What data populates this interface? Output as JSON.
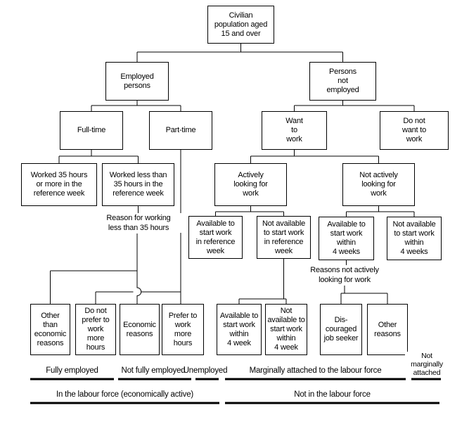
{
  "diagram": {
    "nodes": {
      "civilian": "Civilian\npopulation aged\n15 and over",
      "employed": "Employed\npersons",
      "not_employed": "Persons\nnot\nemployed",
      "full_time": "Full-time",
      "part_time": "Part-time",
      "want_work": "Want\nto\nwork",
      "not_want_work": "Do not\nwant to\nwork",
      "worked_35_plus": "Worked 35 hours\nor more in the\nreference week",
      "worked_lt_35": "Worked less than\n35 hours in the\nreference week",
      "actively_looking": "Actively\nlooking for\nwork",
      "not_actively_looking": "Not actively\nlooking for\nwork",
      "avail_ref_week": "Available to\nstart work\nin reference\nweek",
      "not_avail_ref_week": "Not available\nto start work\nin reference\nweek",
      "avail_4_weeks": "Available to\nstart work\nwithin\n4 weeks",
      "not_avail_4_weeks": "Not available\nto start work\nwithin\n4 weeks",
      "other_economic": "Other\nthan\neconomic\nreasons",
      "not_prefer_more_hours": "Do not\nprefer to\nwork\nmore\nhours",
      "economic_reasons": "Economic\nreasons",
      "prefer_more_hours": "Prefer to\nwork\nmore\nhours",
      "avail_4_week": "Available to\nstart work\nwithin\n4 week",
      "not_avail_4_week": "Not\navailable to\nstart work\nwithin\n4 week",
      "discouraged": "Dis-\ncouraged\njob seeker",
      "other_reasons": "Other\nreasons"
    },
    "inline_labels": {
      "reason_lt_35": "Reason for working\nless than 35 hours",
      "reasons_not_active": "Reasons not actively\nlooking for work",
      "not_marginally_attached": "Not\nmarginally\nattached"
    },
    "category_labels": {
      "fully_employed": "Fully employed",
      "not_fully_employed": "Not fully employed",
      "unemployed": "Unemployed",
      "marginally_attached": "Marginally attached to the labour force",
      "in_labour_force": "In the labour force (economically active)",
      "not_in_labour_force": "Not in the labour force"
    },
    "colors": {
      "line": "#000000",
      "background": "#ffffff",
      "box_border": "#000000"
    }
  }
}
